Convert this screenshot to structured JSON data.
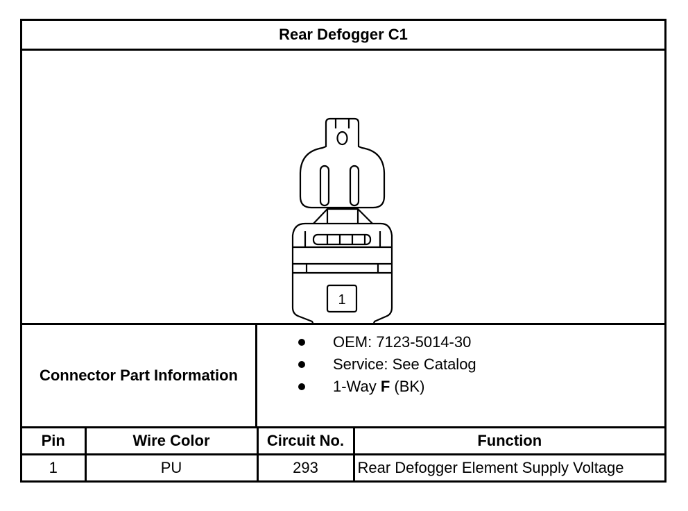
{
  "header": {
    "title": "Rear Defogger C1"
  },
  "connector_drawing": {
    "pin_label": "1"
  },
  "part_info": {
    "label": "Connector Part Information",
    "items": [
      {
        "text": "OEM: 7123-5014-30"
      },
      {
        "text": "Service: See Catalog"
      },
      {
        "prefix": "1-Way ",
        "bold": "F",
        "suffix": " (BK)"
      }
    ]
  },
  "pin_table": {
    "headers": [
      "Pin",
      "Wire Color",
      "Circuit No.",
      "Function"
    ],
    "rows": [
      {
        "pin": "1",
        "wire_color": "PU",
        "circuit": "293",
        "function": "Rear Defogger Element Supply Voltage"
      }
    ]
  }
}
